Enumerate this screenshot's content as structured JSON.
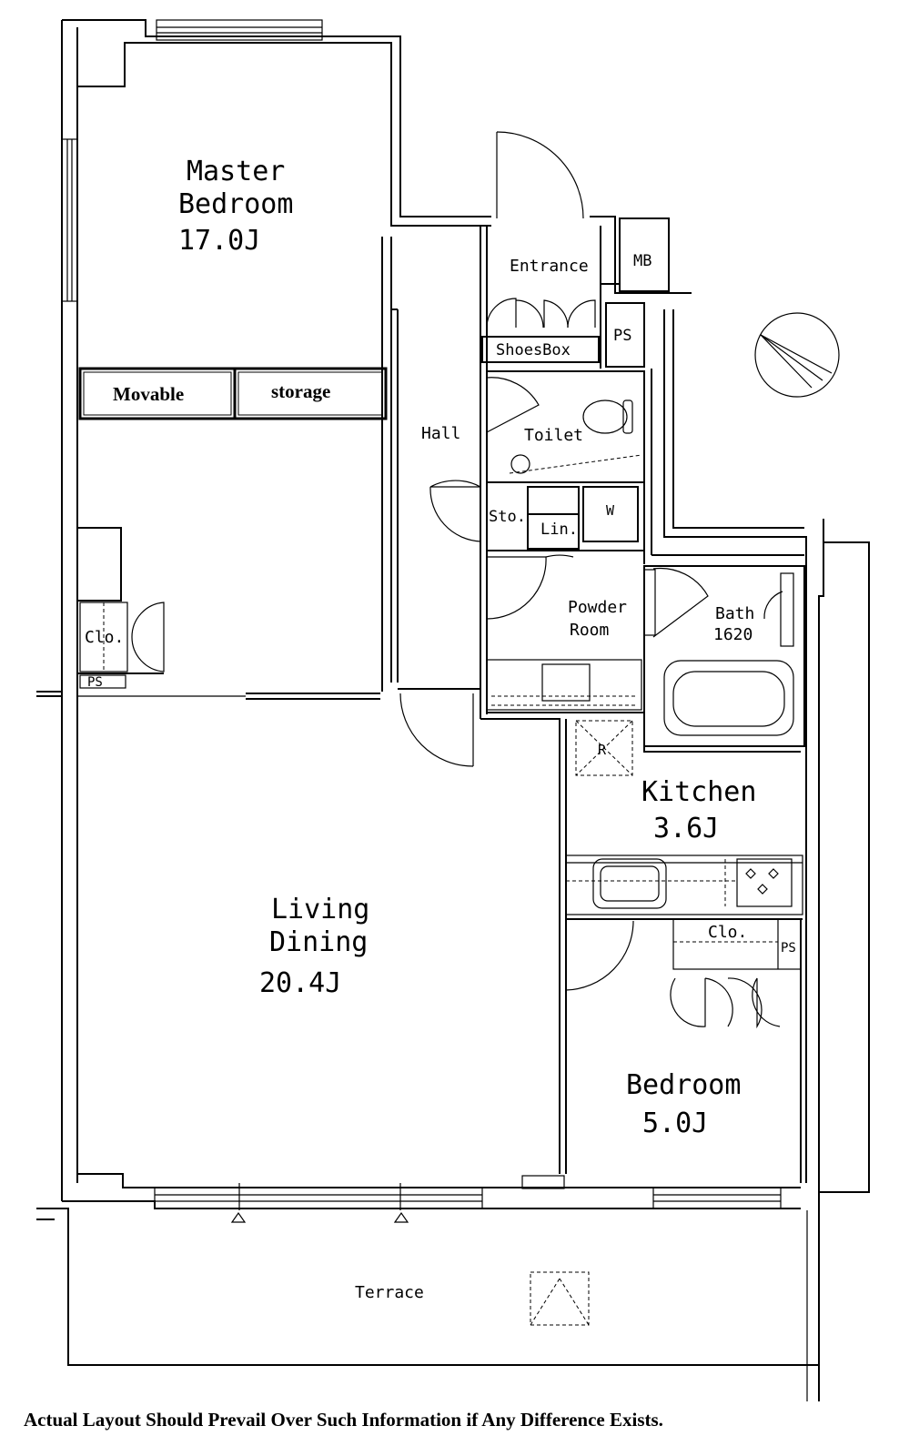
{
  "rooms": {
    "master_bedroom": {
      "name_line1": "Master",
      "name_line2": "Bedroom",
      "size": "17.0J"
    },
    "living_dining": {
      "name_line1": "Living",
      "name_line2": "Dining",
      "size": "20.4J"
    },
    "kitchen": {
      "name": "Kitchen",
      "size": "3.6J"
    },
    "bedroom": {
      "name": "Bedroom",
      "size": "5.0J"
    },
    "bath": {
      "name": "Bath",
      "size": "1620"
    },
    "powder_room": {
      "name_line1": "Powder",
      "name_line2": "Room"
    },
    "entrance": "Entrance",
    "hall": "Hall",
    "toilet": "Toilet",
    "terrace": "Terrace"
  },
  "fixtures": {
    "mb": "MB",
    "ps": "PS",
    "shoes_box": "ShoesBox",
    "storage_closet": "Sto.",
    "linen": "Lin.",
    "washer": "W",
    "refrigerator": "R",
    "closet": "Clo.",
    "movable": "Movable",
    "storage": "storage"
  },
  "disclaimer": "Actual Layout Should Prevail Over Such Information if Any Difference Exists."
}
